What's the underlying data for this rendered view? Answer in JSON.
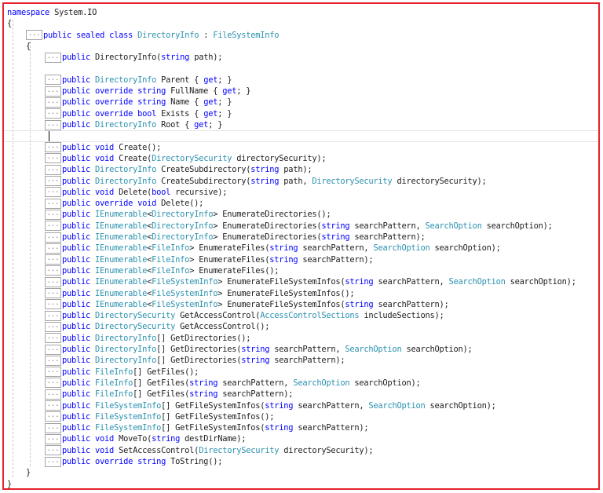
{
  "colors": {
    "keyword": "#0000ff",
    "type": "#2b91af",
    "text": "#1e1e1e",
    "frame_border": "#e8212b"
  },
  "collapse_marker": "...",
  "lines": [
    {
      "indent": 0,
      "collapsed": false,
      "tokens": [
        {
          "k": "kw",
          "t": "namespace"
        },
        {
          "k": "tx",
          "t": " System.IO"
        }
      ]
    },
    {
      "indent": 0,
      "collapsed": false,
      "tokens": [
        {
          "k": "tx",
          "t": "{"
        }
      ]
    },
    {
      "indent": 1,
      "collapsed": true,
      "tokens": [
        {
          "k": "kw",
          "t": "public sealed class "
        },
        {
          "k": "ty",
          "t": "DirectoryInfo"
        },
        {
          "k": "tx",
          "t": " : "
        },
        {
          "k": "ty",
          "t": "FileSystemInfo"
        }
      ]
    },
    {
      "indent": 1,
      "collapsed": false,
      "tokens": [
        {
          "k": "tx",
          "t": "{"
        }
      ]
    },
    {
      "indent": 2,
      "collapsed": true,
      "tokens": [
        {
          "k": "kw",
          "t": "public"
        },
        {
          "k": "tx",
          "t": " DirectoryInfo("
        },
        {
          "k": "kw",
          "t": "string"
        },
        {
          "k": "tx",
          "t": " path);"
        }
      ]
    },
    {
      "indent": 0,
      "collapsed": false,
      "blank": true,
      "tokens": []
    },
    {
      "indent": 2,
      "collapsed": true,
      "tokens": [
        {
          "k": "kw",
          "t": "public "
        },
        {
          "k": "ty",
          "t": "DirectoryInfo"
        },
        {
          "k": "tx",
          "t": " Parent { "
        },
        {
          "k": "kw",
          "t": "get"
        },
        {
          "k": "tx",
          "t": "; }"
        }
      ]
    },
    {
      "indent": 2,
      "collapsed": true,
      "tokens": [
        {
          "k": "kw",
          "t": "public override string"
        },
        {
          "k": "tx",
          "t": " FullName { "
        },
        {
          "k": "kw",
          "t": "get"
        },
        {
          "k": "tx",
          "t": "; }"
        }
      ]
    },
    {
      "indent": 2,
      "collapsed": true,
      "tokens": [
        {
          "k": "kw",
          "t": "public override string"
        },
        {
          "k": "tx",
          "t": " Name { "
        },
        {
          "k": "kw",
          "t": "get"
        },
        {
          "k": "tx",
          "t": "; }"
        }
      ]
    },
    {
      "indent": 2,
      "collapsed": true,
      "tokens": [
        {
          "k": "kw",
          "t": "public override bool"
        },
        {
          "k": "tx",
          "t": " Exists { "
        },
        {
          "k": "kw",
          "t": "get"
        },
        {
          "k": "tx",
          "t": "; }"
        }
      ]
    },
    {
      "indent": 2,
      "collapsed": true,
      "tokens": [
        {
          "k": "kw",
          "t": "public "
        },
        {
          "k": "ty",
          "t": "DirectoryInfo"
        },
        {
          "k": "tx",
          "t": " Root { "
        },
        {
          "k": "kw",
          "t": "get"
        },
        {
          "k": "tx",
          "t": "; }"
        }
      ]
    },
    {
      "indent": 0,
      "collapsed": false,
      "blank": true,
      "current": true,
      "tokens": []
    },
    {
      "indent": 2,
      "collapsed": true,
      "tokens": [
        {
          "k": "kw",
          "t": "public void"
        },
        {
          "k": "tx",
          "t": " Create();"
        }
      ]
    },
    {
      "indent": 2,
      "collapsed": true,
      "tokens": [
        {
          "k": "kw",
          "t": "public void"
        },
        {
          "k": "tx",
          "t": " Create("
        },
        {
          "k": "ty",
          "t": "DirectorySecurity"
        },
        {
          "k": "tx",
          "t": " directorySecurity);"
        }
      ]
    },
    {
      "indent": 2,
      "collapsed": true,
      "tokens": [
        {
          "k": "kw",
          "t": "public "
        },
        {
          "k": "ty",
          "t": "DirectoryInfo"
        },
        {
          "k": "tx",
          "t": " CreateSubdirectory("
        },
        {
          "k": "kw",
          "t": "string"
        },
        {
          "k": "tx",
          "t": " path);"
        }
      ]
    },
    {
      "indent": 2,
      "collapsed": true,
      "tokens": [
        {
          "k": "kw",
          "t": "public "
        },
        {
          "k": "ty",
          "t": "DirectoryInfo"
        },
        {
          "k": "tx",
          "t": " CreateSubdirectory("
        },
        {
          "k": "kw",
          "t": "string"
        },
        {
          "k": "tx",
          "t": " path, "
        },
        {
          "k": "ty",
          "t": "DirectorySecurity"
        },
        {
          "k": "tx",
          "t": " directorySecurity);"
        }
      ]
    },
    {
      "indent": 2,
      "collapsed": true,
      "tokens": [
        {
          "k": "kw",
          "t": "public void"
        },
        {
          "k": "tx",
          "t": " Delete("
        },
        {
          "k": "kw",
          "t": "bool"
        },
        {
          "k": "tx",
          "t": " recursive);"
        }
      ]
    },
    {
      "indent": 2,
      "collapsed": true,
      "tokens": [
        {
          "k": "kw",
          "t": "public override void"
        },
        {
          "k": "tx",
          "t": " Delete();"
        }
      ]
    },
    {
      "indent": 2,
      "collapsed": true,
      "tokens": [
        {
          "k": "kw",
          "t": "public "
        },
        {
          "k": "ty",
          "t": "IEnumerable"
        },
        {
          "k": "tx",
          "t": "<"
        },
        {
          "k": "ty",
          "t": "DirectoryInfo"
        },
        {
          "k": "tx",
          "t": "> EnumerateDirectories();"
        }
      ]
    },
    {
      "indent": 2,
      "collapsed": true,
      "tokens": [
        {
          "k": "kw",
          "t": "public "
        },
        {
          "k": "ty",
          "t": "IEnumerable"
        },
        {
          "k": "tx",
          "t": "<"
        },
        {
          "k": "ty",
          "t": "DirectoryInfo"
        },
        {
          "k": "tx",
          "t": "> EnumerateDirectories("
        },
        {
          "k": "kw",
          "t": "string"
        },
        {
          "k": "tx",
          "t": " searchPattern, "
        },
        {
          "k": "ty",
          "t": "SearchOption"
        },
        {
          "k": "tx",
          "t": " searchOption);"
        }
      ]
    },
    {
      "indent": 2,
      "collapsed": true,
      "tokens": [
        {
          "k": "kw",
          "t": "public "
        },
        {
          "k": "ty",
          "t": "IEnumerable"
        },
        {
          "k": "tx",
          "t": "<"
        },
        {
          "k": "ty",
          "t": "DirectoryInfo"
        },
        {
          "k": "tx",
          "t": "> EnumerateDirectories("
        },
        {
          "k": "kw",
          "t": "string"
        },
        {
          "k": "tx",
          "t": " searchPattern);"
        }
      ]
    },
    {
      "indent": 2,
      "collapsed": true,
      "tokens": [
        {
          "k": "kw",
          "t": "public "
        },
        {
          "k": "ty",
          "t": "IEnumerable"
        },
        {
          "k": "tx",
          "t": "<"
        },
        {
          "k": "ty",
          "t": "FileInfo"
        },
        {
          "k": "tx",
          "t": "> EnumerateFiles("
        },
        {
          "k": "kw",
          "t": "string"
        },
        {
          "k": "tx",
          "t": " searchPattern, "
        },
        {
          "k": "ty",
          "t": "SearchOption"
        },
        {
          "k": "tx",
          "t": " searchOption);"
        }
      ]
    },
    {
      "indent": 2,
      "collapsed": true,
      "tokens": [
        {
          "k": "kw",
          "t": "public "
        },
        {
          "k": "ty",
          "t": "IEnumerable"
        },
        {
          "k": "tx",
          "t": "<"
        },
        {
          "k": "ty",
          "t": "FileInfo"
        },
        {
          "k": "tx",
          "t": "> EnumerateFiles("
        },
        {
          "k": "kw",
          "t": "string"
        },
        {
          "k": "tx",
          "t": " searchPattern);"
        }
      ]
    },
    {
      "indent": 2,
      "collapsed": true,
      "tokens": [
        {
          "k": "kw",
          "t": "public "
        },
        {
          "k": "ty",
          "t": "IEnumerable"
        },
        {
          "k": "tx",
          "t": "<"
        },
        {
          "k": "ty",
          "t": "FileInfo"
        },
        {
          "k": "tx",
          "t": "> EnumerateFiles();"
        }
      ]
    },
    {
      "indent": 2,
      "collapsed": true,
      "tokens": [
        {
          "k": "kw",
          "t": "public "
        },
        {
          "k": "ty",
          "t": "IEnumerable"
        },
        {
          "k": "tx",
          "t": "<"
        },
        {
          "k": "ty",
          "t": "FileSystemInfo"
        },
        {
          "k": "tx",
          "t": "> EnumerateFileSystemInfos("
        },
        {
          "k": "kw",
          "t": "string"
        },
        {
          "k": "tx",
          "t": " searchPattern, "
        },
        {
          "k": "ty",
          "t": "SearchOption"
        },
        {
          "k": "tx",
          "t": " searchOption);"
        }
      ]
    },
    {
      "indent": 2,
      "collapsed": true,
      "tokens": [
        {
          "k": "kw",
          "t": "public "
        },
        {
          "k": "ty",
          "t": "IEnumerable"
        },
        {
          "k": "tx",
          "t": "<"
        },
        {
          "k": "ty",
          "t": "FileSystemInfo"
        },
        {
          "k": "tx",
          "t": "> EnumerateFileSystemInfos();"
        }
      ]
    },
    {
      "indent": 2,
      "collapsed": true,
      "tokens": [
        {
          "k": "kw",
          "t": "public "
        },
        {
          "k": "ty",
          "t": "IEnumerable"
        },
        {
          "k": "tx",
          "t": "<"
        },
        {
          "k": "ty",
          "t": "FileSystemInfo"
        },
        {
          "k": "tx",
          "t": "> EnumerateFileSystemInfos("
        },
        {
          "k": "kw",
          "t": "string"
        },
        {
          "k": "tx",
          "t": " searchPattern);"
        }
      ]
    },
    {
      "indent": 2,
      "collapsed": true,
      "tokens": [
        {
          "k": "kw",
          "t": "public "
        },
        {
          "k": "ty",
          "t": "DirectorySecurity"
        },
        {
          "k": "tx",
          "t": " GetAccessControl("
        },
        {
          "k": "ty",
          "t": "AccessControlSections"
        },
        {
          "k": "tx",
          "t": " includeSections);"
        }
      ]
    },
    {
      "indent": 2,
      "collapsed": true,
      "tokens": [
        {
          "k": "kw",
          "t": "public "
        },
        {
          "k": "ty",
          "t": "DirectorySecurity"
        },
        {
          "k": "tx",
          "t": " GetAccessControl();"
        }
      ]
    },
    {
      "indent": 2,
      "collapsed": true,
      "tokens": [
        {
          "k": "kw",
          "t": "public "
        },
        {
          "k": "ty",
          "t": "DirectoryInfo"
        },
        {
          "k": "tx",
          "t": "[] GetDirectories();"
        }
      ]
    },
    {
      "indent": 2,
      "collapsed": true,
      "tokens": [
        {
          "k": "kw",
          "t": "public "
        },
        {
          "k": "ty",
          "t": "DirectoryInfo"
        },
        {
          "k": "tx",
          "t": "[] GetDirectories("
        },
        {
          "k": "kw",
          "t": "string"
        },
        {
          "k": "tx",
          "t": " searchPattern, "
        },
        {
          "k": "ty",
          "t": "SearchOption"
        },
        {
          "k": "tx",
          "t": " searchOption);"
        }
      ]
    },
    {
      "indent": 2,
      "collapsed": true,
      "tokens": [
        {
          "k": "kw",
          "t": "public "
        },
        {
          "k": "ty",
          "t": "DirectoryInfo"
        },
        {
          "k": "tx",
          "t": "[] GetDirectories("
        },
        {
          "k": "kw",
          "t": "string"
        },
        {
          "k": "tx",
          "t": " searchPattern);"
        }
      ]
    },
    {
      "indent": 2,
      "collapsed": true,
      "tokens": [
        {
          "k": "kw",
          "t": "public "
        },
        {
          "k": "ty",
          "t": "FileInfo"
        },
        {
          "k": "tx",
          "t": "[] GetFiles();"
        }
      ]
    },
    {
      "indent": 2,
      "collapsed": true,
      "tokens": [
        {
          "k": "kw",
          "t": "public "
        },
        {
          "k": "ty",
          "t": "FileInfo"
        },
        {
          "k": "tx",
          "t": "[] GetFiles("
        },
        {
          "k": "kw",
          "t": "string"
        },
        {
          "k": "tx",
          "t": " searchPattern, "
        },
        {
          "k": "ty",
          "t": "SearchOption"
        },
        {
          "k": "tx",
          "t": " searchOption);"
        }
      ]
    },
    {
      "indent": 2,
      "collapsed": true,
      "tokens": [
        {
          "k": "kw",
          "t": "public "
        },
        {
          "k": "ty",
          "t": "FileInfo"
        },
        {
          "k": "tx",
          "t": "[] GetFiles("
        },
        {
          "k": "kw",
          "t": "string"
        },
        {
          "k": "tx",
          "t": " searchPattern);"
        }
      ]
    },
    {
      "indent": 2,
      "collapsed": true,
      "tokens": [
        {
          "k": "kw",
          "t": "public "
        },
        {
          "k": "ty",
          "t": "FileSystemInfo"
        },
        {
          "k": "tx",
          "t": "[] GetFileSystemInfos("
        },
        {
          "k": "kw",
          "t": "string"
        },
        {
          "k": "tx",
          "t": " searchPattern, "
        },
        {
          "k": "ty",
          "t": "SearchOption"
        },
        {
          "k": "tx",
          "t": " searchOption);"
        }
      ]
    },
    {
      "indent": 2,
      "collapsed": true,
      "tokens": [
        {
          "k": "kw",
          "t": "public "
        },
        {
          "k": "ty",
          "t": "FileSystemInfo"
        },
        {
          "k": "tx",
          "t": "[] GetFileSystemInfos();"
        }
      ]
    },
    {
      "indent": 2,
      "collapsed": true,
      "tokens": [
        {
          "k": "kw",
          "t": "public "
        },
        {
          "k": "ty",
          "t": "FileSystemInfo"
        },
        {
          "k": "tx",
          "t": "[] GetFileSystemInfos("
        },
        {
          "k": "kw",
          "t": "string"
        },
        {
          "k": "tx",
          "t": " searchPattern);"
        }
      ]
    },
    {
      "indent": 2,
      "collapsed": true,
      "tokens": [
        {
          "k": "kw",
          "t": "public void"
        },
        {
          "k": "tx",
          "t": " MoveTo("
        },
        {
          "k": "kw",
          "t": "string"
        },
        {
          "k": "tx",
          "t": " destDirName);"
        }
      ]
    },
    {
      "indent": 2,
      "collapsed": true,
      "tokens": [
        {
          "k": "kw",
          "t": "public void"
        },
        {
          "k": "tx",
          "t": " SetAccessControl("
        },
        {
          "k": "ty",
          "t": "DirectorySecurity"
        },
        {
          "k": "tx",
          "t": " directorySecurity);"
        }
      ]
    },
    {
      "indent": 2,
      "collapsed": true,
      "tokens": [
        {
          "k": "kw",
          "t": "public override string"
        },
        {
          "k": "tx",
          "t": " ToString();"
        }
      ]
    },
    {
      "indent": 1,
      "collapsed": false,
      "tokens": [
        {
          "k": "tx",
          "t": "}"
        }
      ]
    },
    {
      "indent": 0,
      "collapsed": false,
      "tokens": [
        {
          "k": "tx",
          "t": "}"
        }
      ]
    }
  ]
}
